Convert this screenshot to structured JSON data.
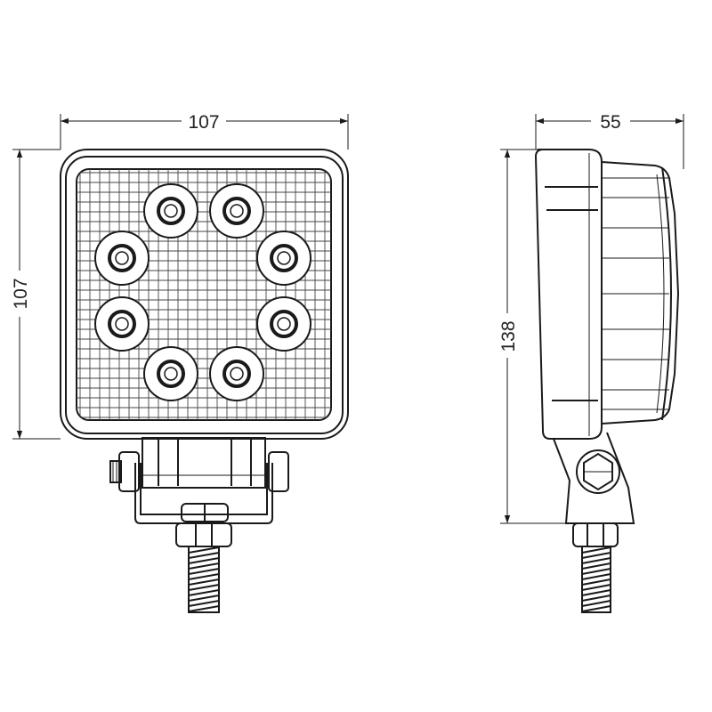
{
  "dimensions": {
    "front_width": "107",
    "front_height": "107",
    "side_depth": "55",
    "side_height": "138"
  },
  "front_view": {
    "led_count": 8
  },
  "colors": {
    "line": "#1a1a1a",
    "background": "#ffffff"
  }
}
